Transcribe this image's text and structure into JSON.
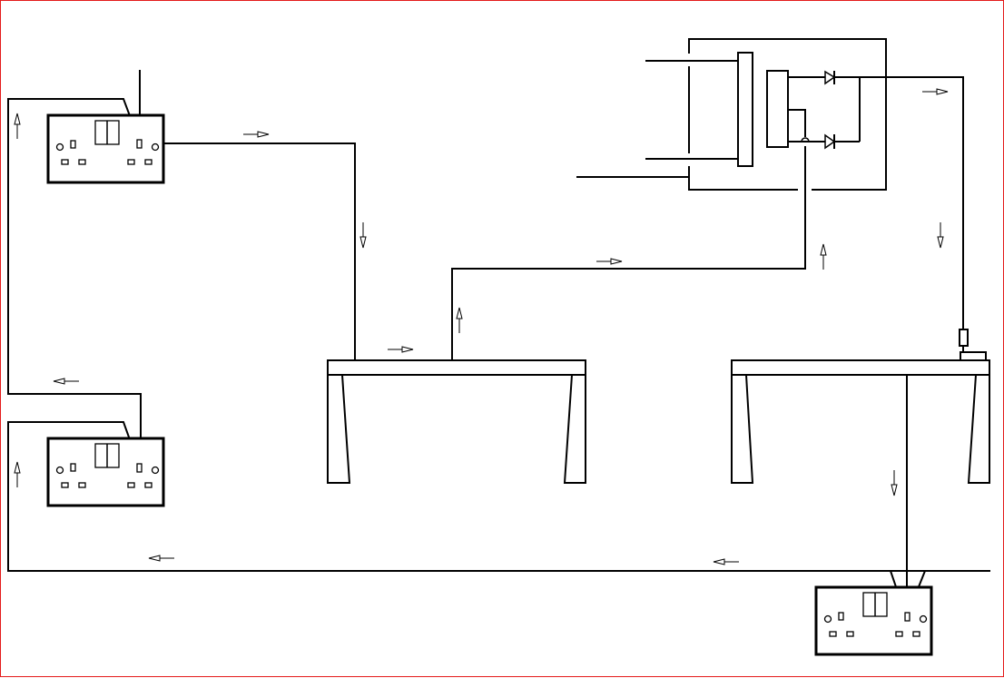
{
  "diagram": {
    "components": [
      {
        "type": "double-socket-outlet",
        "count": 3
      },
      {
        "type": "bench",
        "count": 2
      },
      {
        "type": "transformer-with-diode-bridge",
        "count": 1
      },
      {
        "type": "fuse",
        "count": 1
      }
    ],
    "arrow_directions": [
      "right",
      "down",
      "up",
      "left"
    ],
    "colors": {
      "line": "#000000",
      "background": "#ffffff",
      "frame": "#e41b1b"
    }
  }
}
